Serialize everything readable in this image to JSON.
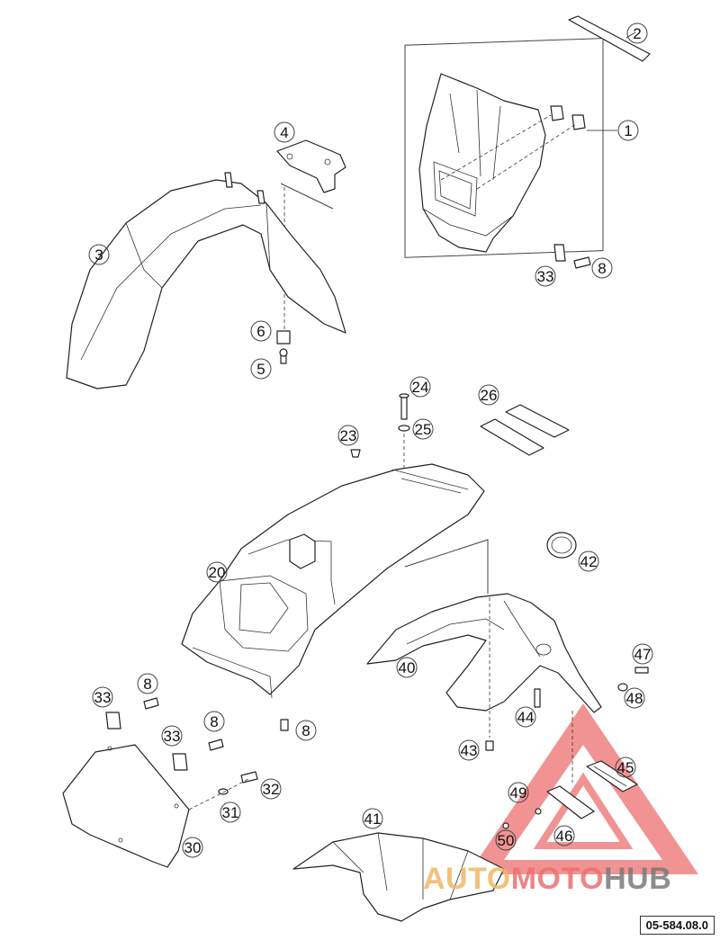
{
  "diagram": {
    "reference_code": "05-584.08.0",
    "callouts": [
      {
        "id": "c1",
        "label": "1"
      },
      {
        "id": "c2",
        "label": "2"
      },
      {
        "id": "c3",
        "label": "3"
      },
      {
        "id": "c4",
        "label": "4"
      },
      {
        "id": "c5",
        "label": "5"
      },
      {
        "id": "c6",
        "label": "6"
      },
      {
        "id": "c8a",
        "label": "8"
      },
      {
        "id": "c8b",
        "label": "8"
      },
      {
        "id": "c8c",
        "label": "8"
      },
      {
        "id": "c8d",
        "label": "8"
      },
      {
        "id": "c20",
        "label": "20"
      },
      {
        "id": "c23",
        "label": "23"
      },
      {
        "id": "c24",
        "label": "24"
      },
      {
        "id": "c25",
        "label": "25"
      },
      {
        "id": "c26",
        "label": "26"
      },
      {
        "id": "c30",
        "label": "30"
      },
      {
        "id": "c31",
        "label": "31"
      },
      {
        "id": "c32",
        "label": "32"
      },
      {
        "id": "c33a",
        "label": "33"
      },
      {
        "id": "c33b",
        "label": "33"
      },
      {
        "id": "c33c",
        "label": "33"
      },
      {
        "id": "c40",
        "label": "40"
      },
      {
        "id": "c41",
        "label": "41"
      },
      {
        "id": "c42",
        "label": "42"
      },
      {
        "id": "c43",
        "label": "43"
      },
      {
        "id": "c44",
        "label": "44"
      },
      {
        "id": "c45",
        "label": "45"
      },
      {
        "id": "c46",
        "label": "46"
      },
      {
        "id": "c47",
        "label": "47"
      },
      {
        "id": "c48",
        "label": "48"
      },
      {
        "id": "c49",
        "label": "49"
      },
      {
        "id": "c50",
        "label": "50"
      }
    ]
  },
  "watermark": {
    "part1": "AUTO",
    "part2": "MOTO",
    "part3": "HUB",
    "color_primary": "#ee6f6f",
    "color_secondary": "#f2b766",
    "color_tertiary": "#7a7a7a"
  }
}
